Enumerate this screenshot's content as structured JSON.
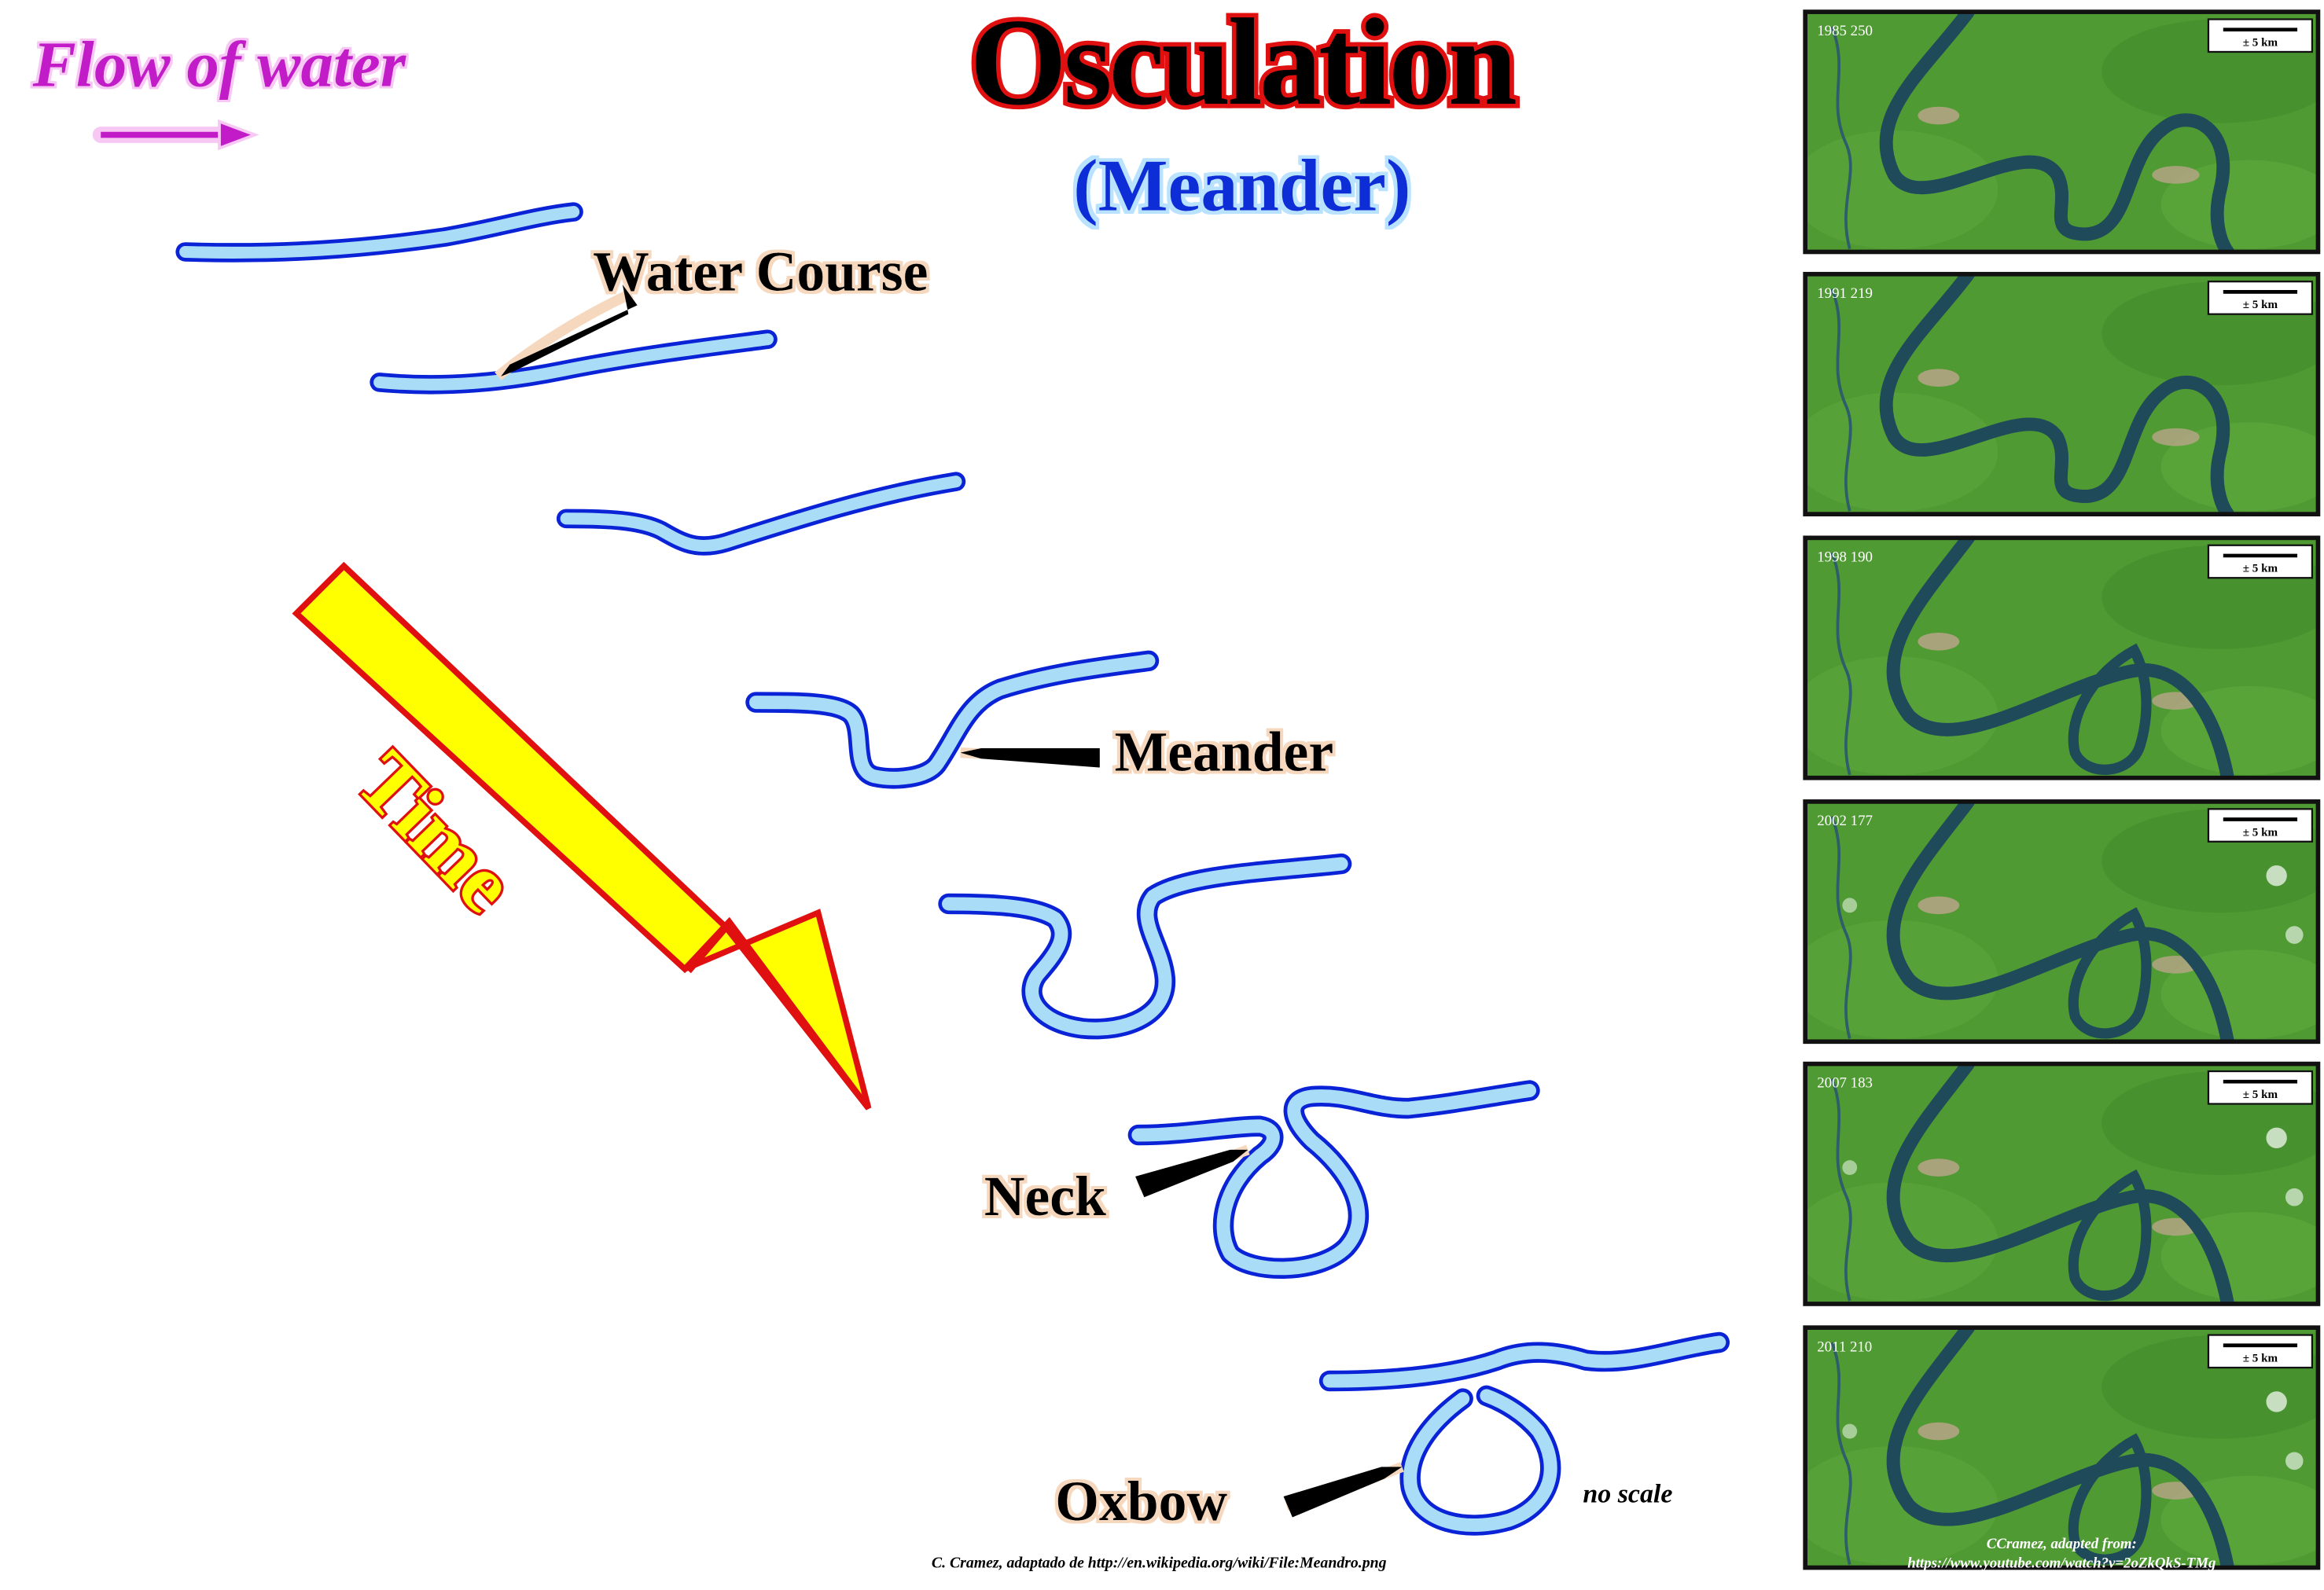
{
  "header": {
    "flow_label": "Flow of water",
    "title": "Osculation",
    "subtitle": "(Meander)"
  },
  "time_label": "Time",
  "stage_labels": {
    "water_course": "Water Course",
    "meander": "Meander",
    "neck": "Neck",
    "oxbow": "Oxbow"
  },
  "no_scale": "no scale",
  "credit_left": "C. Cramez, adaptado de http://en.wikipedia.org/wiki/File:Meandro.png",
  "satellite": {
    "scale_label": "± 5 km",
    "frames": [
      {
        "label": "1985 250"
      },
      {
        "label": "1991 219"
      },
      {
        "label": "1998 190"
      },
      {
        "label": "2002 177"
      },
      {
        "label": "2007 183"
      },
      {
        "label": "2011 210"
      }
    ],
    "credit_line1": "CCramez, adapted from:",
    "credit_line2": "https://www.youtube.com/watch?v=2oZkQkS-TMg"
  },
  "colors": {
    "water_fill": "#a9dcf7",
    "water_stroke": "#0a23d6",
    "title_red": "#e01010",
    "flow_purple": "#c21cc8",
    "subtitle_blue": "#0b2ed6",
    "time_yellow": "#ffff00",
    "land_green": "#4f9a32",
    "river_dark": "#1f4a5a"
  }
}
